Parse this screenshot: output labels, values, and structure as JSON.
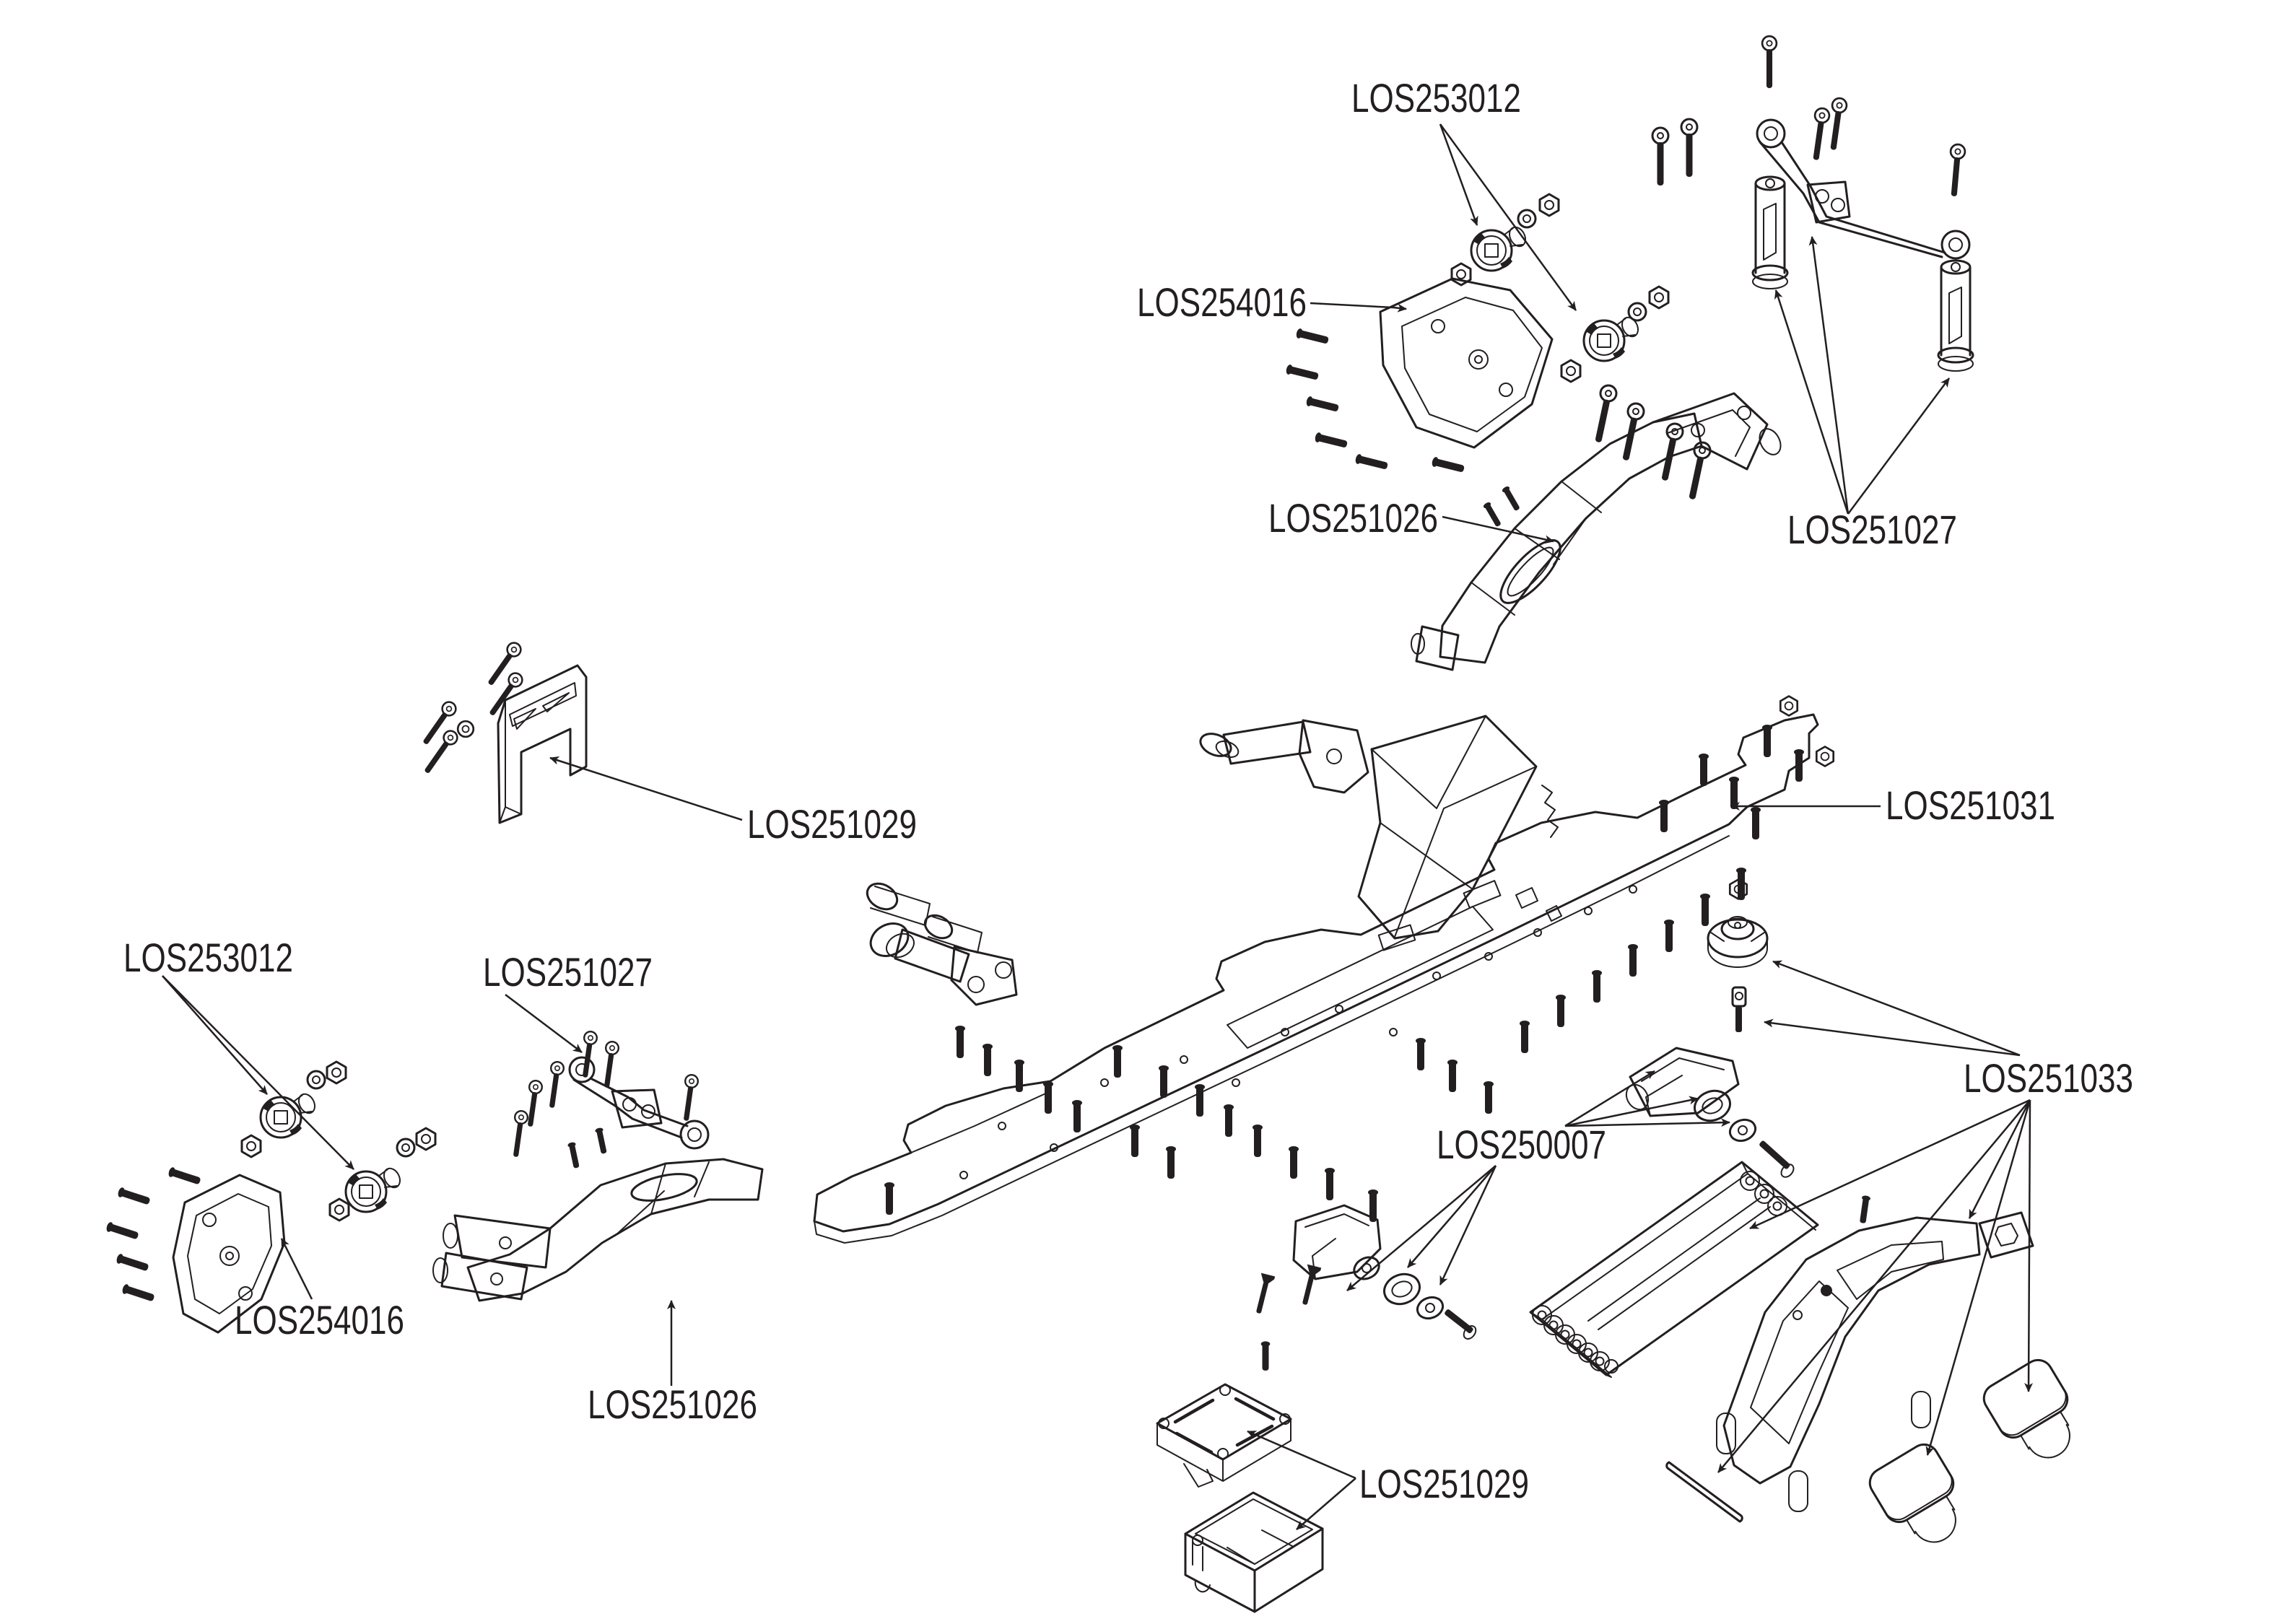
{
  "diagram": {
    "type": "exploded-parts-diagram",
    "ink_color": "#231f20",
    "background_color": "#ffffff",
    "labels": [
      {
        "id": "los253012-top",
        "text": "LOS253012"
      },
      {
        "id": "los254016-top",
        "text": "LOS254016"
      },
      {
        "id": "los251026-top",
        "text": "LOS251026"
      },
      {
        "id": "los251027-top-right",
        "text": "LOS251027"
      },
      {
        "id": "los251029-upper-left",
        "text": "LOS251029"
      },
      {
        "id": "los253012-left",
        "text": "LOS253012"
      },
      {
        "id": "los251027-left",
        "text": "LOS251027"
      },
      {
        "id": "los254016-left",
        "text": "LOS254016"
      },
      {
        "id": "los251026-left",
        "text": "LOS251026"
      },
      {
        "id": "los251031",
        "text": "LOS251031"
      },
      {
        "id": "los251033",
        "text": "LOS251033"
      },
      {
        "id": "los250007",
        "text": "LOS250007"
      },
      {
        "id": "los251029-bottom",
        "text": "LOS251029"
      }
    ]
  }
}
